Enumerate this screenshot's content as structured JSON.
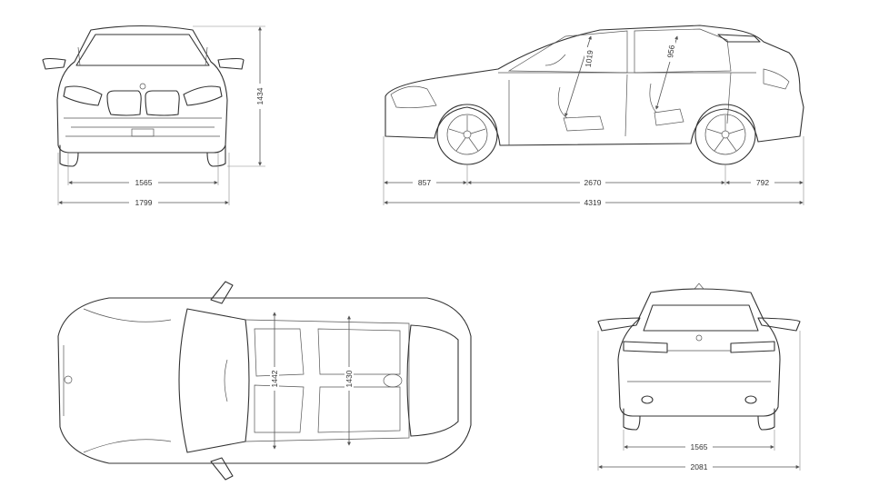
{
  "colors": {
    "line": "#333333",
    "dimension": "#555555",
    "background": "#ffffff"
  },
  "front_view": {
    "track": "1565",
    "width": "1799",
    "height": "1434"
  },
  "side_view": {
    "front_overhang": "857",
    "wheelbase": "2670",
    "rear_overhang": "792",
    "length": "4319",
    "front_headroom": "1019",
    "rear_headroom": "956"
  },
  "top_view": {
    "front_shoulder": "1442",
    "rear_shoulder": "1430"
  },
  "rear_view": {
    "track": "1565",
    "width_with_mirrors": "2081"
  }
}
